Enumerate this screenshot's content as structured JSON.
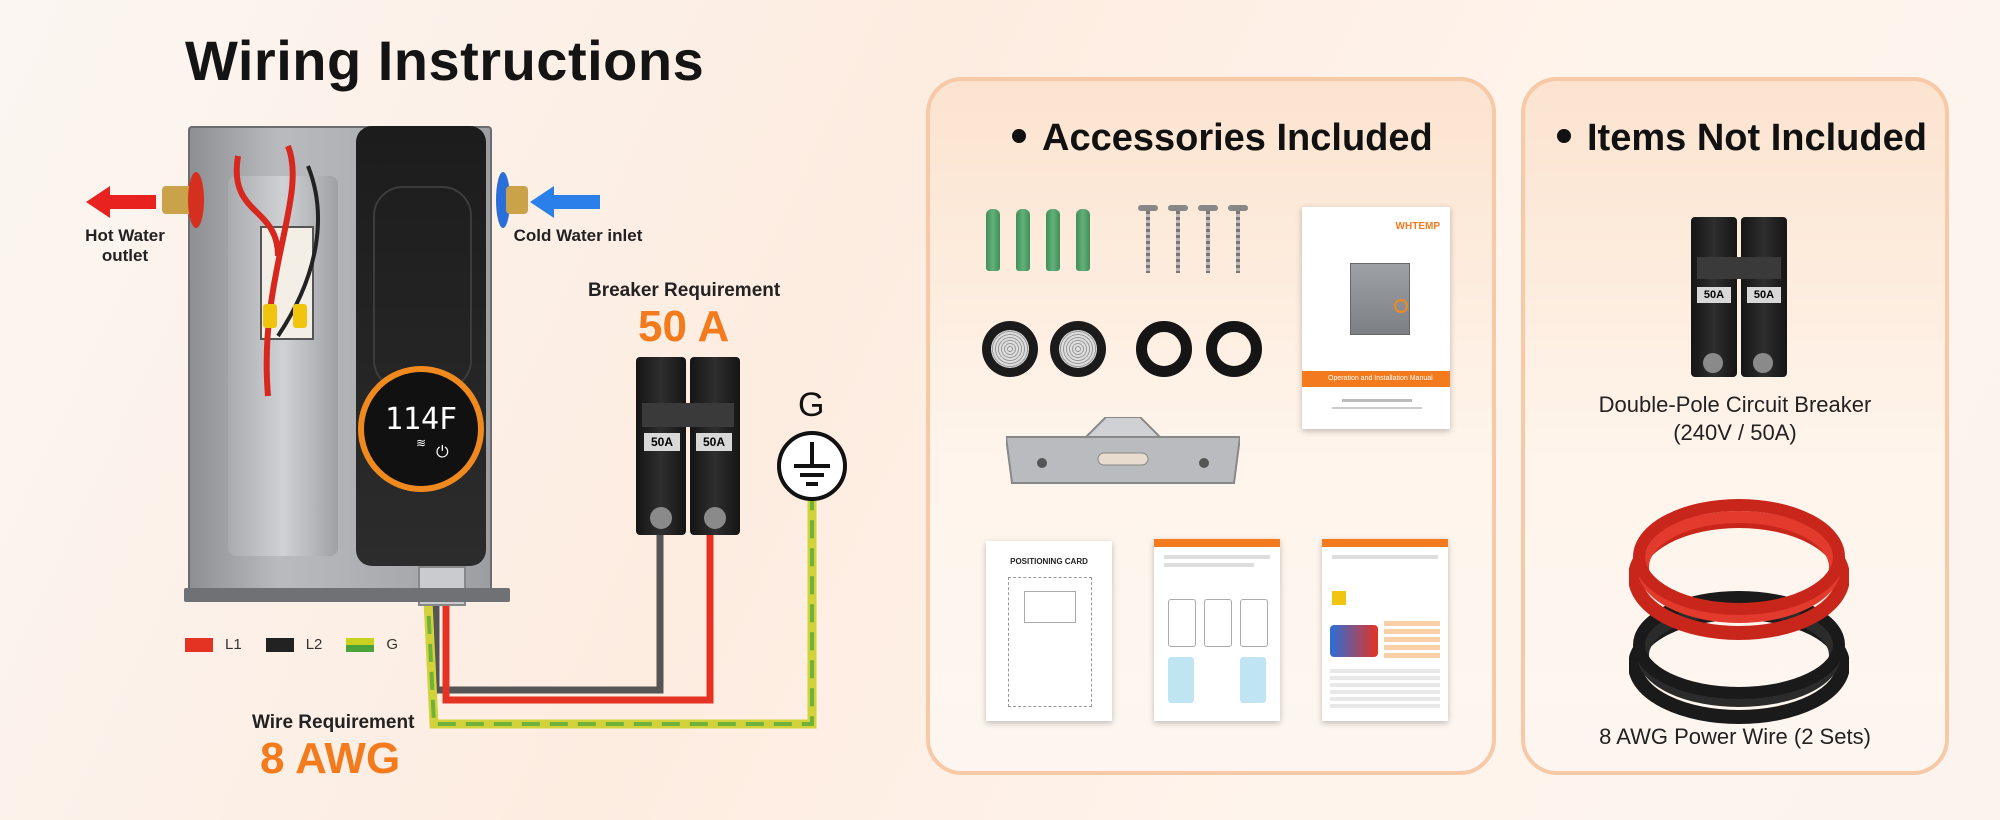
{
  "page": {
    "title": "Wiring Instructions"
  },
  "heater": {
    "hot_label": "Hot Water outlet",
    "cold_label": "Cold Water inlet",
    "display_temp": "114F"
  },
  "breaker_req": {
    "label": "Breaker Requirement",
    "value": "50 A",
    "pole_a": "50A",
    "pole_b": "50A"
  },
  "ground": {
    "label": "G"
  },
  "wire_req": {
    "label": "Wire Requirement",
    "value": "8 AWG"
  },
  "legend": [
    {
      "label": "L1",
      "color": "#e53323"
    },
    {
      "label": "L2",
      "color": "#222222"
    },
    {
      "label": "G",
      "color": "#c7d21e"
    }
  ],
  "accessories": {
    "title": "Accessories Included",
    "manual_brand": "WHTEMP",
    "manual_banner": "Operation and Installation Manual",
    "positioning_card": "POSITIONING CARD"
  },
  "not_included": {
    "title": "Items Not Included",
    "breaker_caption_1": "Double-Pole Circuit Breaker",
    "breaker_caption_2": "(240V / 50A)",
    "breaker_pole_a": "50A",
    "breaker_pole_b": "50A",
    "wire_caption": "8 AWG Power Wire (2 Sets)"
  },
  "colors": {
    "accent": "#f37b1d",
    "panel_border": "#f7c9a6",
    "hot_arrow": "#e8231f",
    "cold_arrow": "#2a7fe9"
  }
}
